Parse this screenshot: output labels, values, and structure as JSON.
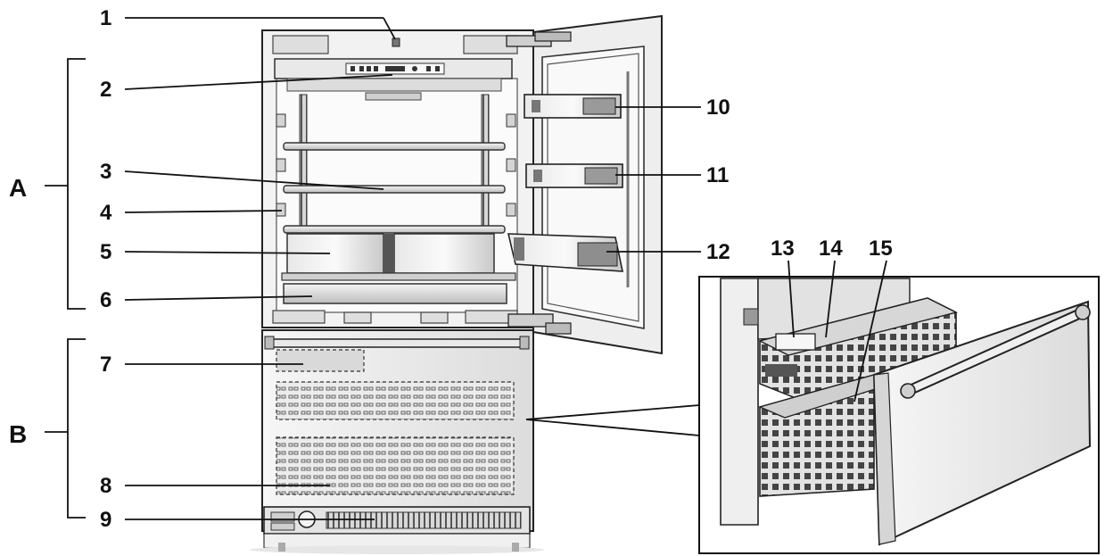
{
  "diagram": {
    "labels": {
      "n1": "1",
      "n2": "2",
      "n3": "3",
      "n4": "4",
      "n5": "5",
      "n6": "6",
      "n7": "7",
      "n8": "8",
      "n9": "9",
      "n10": "10",
      "n11": "11",
      "n12": "12",
      "n13": "13",
      "n14": "14",
      "n15": "15"
    },
    "groups": {
      "a": "A",
      "b": "B"
    }
  }
}
